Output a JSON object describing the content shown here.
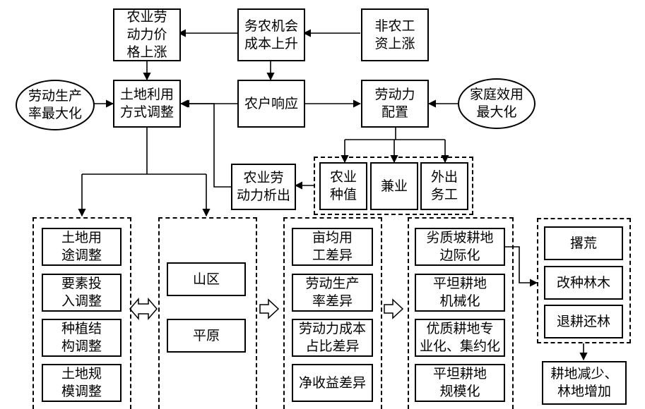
{
  "nodes": {
    "price_rise": "农业劳\n动力价\n格上涨",
    "opportunity_cost": "务农机会\n成本上升",
    "nonfarm_wage": "非农工\n资上涨",
    "productivity_max": "劳动生产\n率最大化",
    "land_use": "土地利用\n方式调整",
    "household_response": "农户响应",
    "labor_allocation": "劳动力\n配置",
    "family_utility": "家庭效用\n最大化",
    "labor_outflow": "农业劳\n动力析出",
    "farming": "农业\n种值",
    "part_time": "兼业",
    "migrant_work": "外出\n务工",
    "land_use_purpose": "土地用\n途调整",
    "input_adjust": "要素投\n入调整",
    "crop_structure": "种植结\n构调整",
    "land_scale": "土地规\n模调整",
    "mountain": "山区",
    "plain": "平原",
    "labor_per_mu": "亩均用\n工差异",
    "productivity_diff": "劳动生产\n率差异",
    "labor_cost_share": "劳动力成本\n占比差异",
    "net_income_diff": "净收益差异",
    "slope_marginal": "劣质坡耕地\n边际化",
    "flat_mechanized": "平坦耕地\n机械化",
    "quality_specialized": "优质耕地专\n业化、集约化",
    "flat_scaled": "平坦耕地\n规模化",
    "abandon": "撂荒",
    "replant_forest": "改种林木",
    "return_forest": "退耕还林",
    "result": "耕地减少、\n林地增加"
  }
}
